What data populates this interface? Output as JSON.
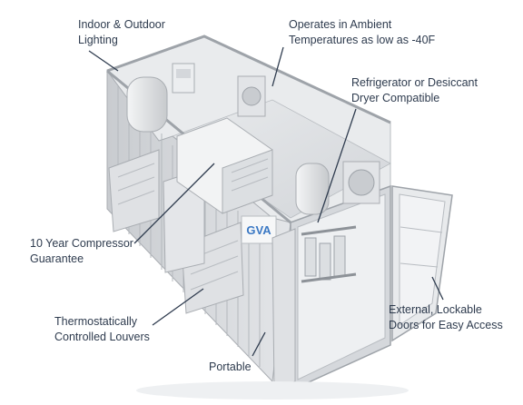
{
  "callouts": {
    "lighting": {
      "lines": [
        "Indoor & Outdoor",
        "Lighting"
      ]
    },
    "ambient": {
      "lines": [
        "Operates in Ambient",
        "Temperatures as low as -40F"
      ]
    },
    "dryer": {
      "lines": [
        "Refrigerator or Desiccant",
        "Dryer Compatible"
      ]
    },
    "compressor": {
      "lines": [
        "10 Year Compressor",
        "Guarantee"
      ]
    },
    "doors": {
      "lines": [
        "External, Lockable",
        "Doors for Easy Access"
      ]
    },
    "louvers": {
      "lines": [
        "Thermostatically",
        "Controlled Louvers"
      ]
    },
    "portable": {
      "lines": [
        "Portable"
      ]
    }
  },
  "logo": {
    "text": "GVA"
  },
  "colors": {
    "leader": "#2e3b4e",
    "text": "#2e3b4e",
    "logo": "#3a78c4"
  }
}
